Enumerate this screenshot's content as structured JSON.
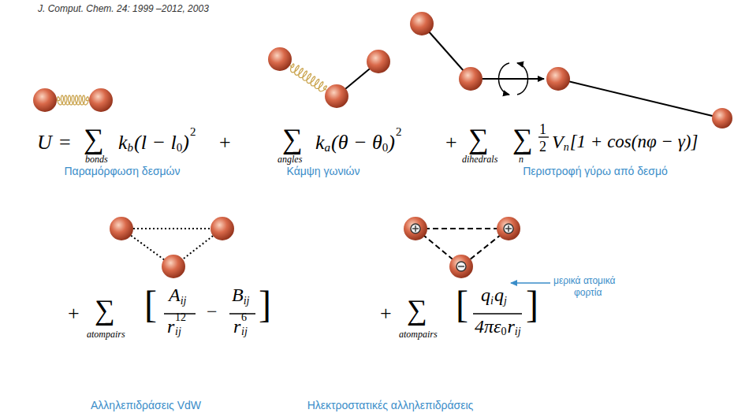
{
  "diagram": {
    "labels": [
      "J. Comput. Chem. 24: 1999 –2012, 2003",
      "U",
      "=",
      "∑",
      "bonds",
      "k",
      "b",
      "(l − l",
      "0",
      ")",
      "2",
      "+",
      "∑",
      "angles",
      "k",
      "a",
      "(θ − θ",
      "0",
      ")",
      "2",
      "+",
      "∑",
      "dihedrals",
      "∑",
      "n",
      "1",
      "2",
      "V",
      "n",
      "[1 + cos(nφ − γ)]",
      "Παραμόρφωση δεσμών",
      "Κάμψη γωνιών",
      "Περιστροφή γύρω από δεσμό",
      "+",
      "∑",
      "atompairs",
      "[",
      "A",
      "ij",
      "r",
      "ij",
      "12",
      "−",
      "B",
      "ij",
      "r",
      "ij",
      "6",
      "]",
      "+",
      "∑",
      "atompairs",
      "[",
      "q",
      "i",
      "q",
      "j",
      "4πε",
      "0",
      "r",
      "ij",
      "]",
      "μερικά ατομικά",
      "φορτία",
      "Αλληλεπιδράσεις VdW",
      "Ηλεκτροστατικές αλληλεπιδράσεις"
    ]
  }
}
